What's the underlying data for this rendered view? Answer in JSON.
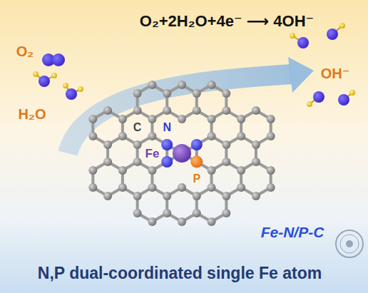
{
  "diagram": {
    "title": "O₂+2H₂O+4e⁻ ⟶ 4OH⁻",
    "caption": "N,P dual-coordinated single Fe atom",
    "labels": [
      "O₂",
      "H₂O",
      "C",
      "N",
      "Fe",
      "P",
      "OH⁻",
      "Fe-N/P-C"
    ]
  }
}
